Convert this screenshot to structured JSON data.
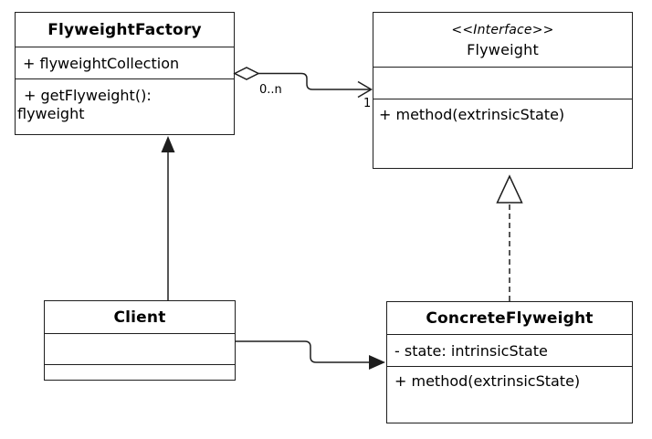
{
  "diagram": {
    "kind": "uml-class-diagram",
    "pattern": "Flyweight",
    "colors": {
      "background": "#ffffff",
      "line": "#1e1e1e",
      "box_fill": "#ffffff",
      "text": "#000000"
    }
  },
  "classes": {
    "flyweight_factory": {
      "name": "FlyweightFactory",
      "attributes": [
        "+ flyweightCollection"
      ],
      "method_lines": [
        "+ getFlyweight():",
        "flyweight"
      ]
    },
    "flyweight": {
      "stereotype": "<<Interface>>",
      "name": "Flyweight",
      "attributes": [],
      "methods": [
        "+ method(extrinsicState)"
      ]
    },
    "client": {
      "name": "Client",
      "attributes": [],
      "methods": []
    },
    "concrete_flyweight": {
      "name": "ConcreteFlyweight",
      "attributes": [
        "- state: intrinsicState"
      ],
      "methods": [
        "+ method(extrinsicState)"
      ]
    }
  },
  "connectors": {
    "factory_to_flyweight": {
      "type": "aggregation",
      "from": "FlyweightFactory",
      "to": "Flyweight",
      "source_multiplicity": "0..n",
      "target_multiplicity": "1"
    },
    "client_to_factory": {
      "type": "association",
      "from": "Client",
      "to": "FlyweightFactory"
    },
    "client_to_concrete": {
      "type": "association",
      "from": "Client",
      "to": "ConcreteFlyweight"
    },
    "concrete_realizes_flyweight": {
      "type": "realization",
      "from": "ConcreteFlyweight",
      "to": "Flyweight"
    }
  }
}
